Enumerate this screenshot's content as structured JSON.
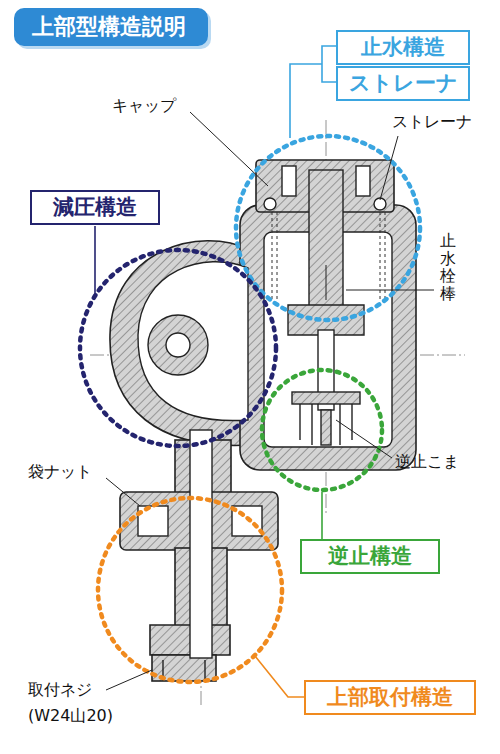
{
  "diagram": {
    "title": "上部型構造説明",
    "nodes": [
      {
        "text": [
          "止水構造"
        ]
      },
      {
        "text": [
          "ストレーナ"
        ]
      },
      {
        "text": [
          "減圧構造"
        ]
      },
      {
        "text": [
          "逆止構造"
        ]
      },
      {
        "text": [
          "上部取付構造"
        ]
      }
    ],
    "labels": [
      "キャップ",
      "ストレーナ",
      "止水栓棒",
      "逆止こま",
      "袋ナット",
      "取付ネジ",
      "(W24山20)"
    ]
  }
}
